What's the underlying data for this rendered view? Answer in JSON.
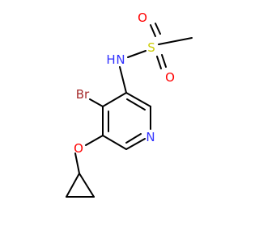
{
  "molecule": {
    "atoms": {
      "n_amide": {
        "label": "N",
        "color": "#3333ff"
      },
      "h_amide": {
        "label": "H",
        "color": "#3333ff"
      },
      "sulfur": {
        "label": "S",
        "color": "#cccc00"
      },
      "o_top": {
        "label": "O",
        "color": "#ff0000"
      },
      "o_bottom": {
        "label": "O",
        "color": "#ff0000"
      },
      "bromine": {
        "label": "Br",
        "color": "#a52a2a"
      },
      "n_ring": {
        "label": "N",
        "color": "#3333ff"
      },
      "o_ether": {
        "label": "O",
        "color": "#ff0000"
      }
    }
  }
}
